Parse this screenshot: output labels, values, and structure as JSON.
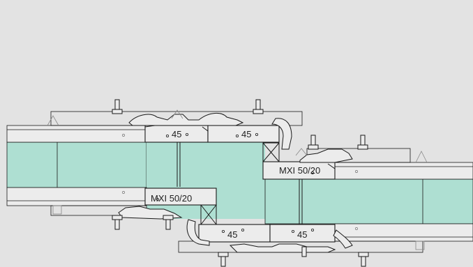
{
  "labels": {
    "profile_top_left": "45",
    "profile_top_right": "45",
    "profile_mid_right": "MXI 50/20",
    "profile_mid_left": "MXI 50/20",
    "profile_bottom_left": "45",
    "profile_bottom_right": "45"
  },
  "colors": {
    "background": "#e3e3e3",
    "glass": "#aedfd2",
    "frame": "#ececec",
    "line": "#1a1a1a"
  }
}
